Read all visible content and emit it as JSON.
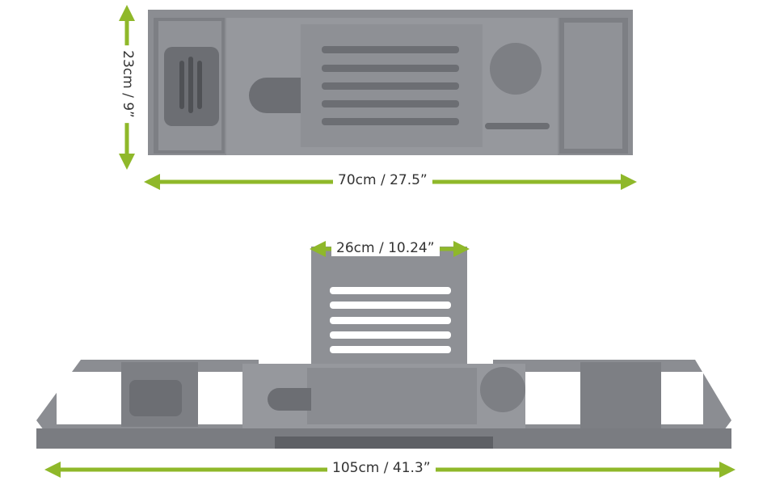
{
  "dimensions": {
    "top_height": "23cm / 9”",
    "top_width": "70cm / 27.5”",
    "stand_width": "26cm / 10.24”",
    "extended_width": "105cm / 41.3”"
  },
  "colors": {
    "accent": "#8fb82a",
    "tray": "#8b8d92",
    "tray_dark": "#6c6e73"
  }
}
